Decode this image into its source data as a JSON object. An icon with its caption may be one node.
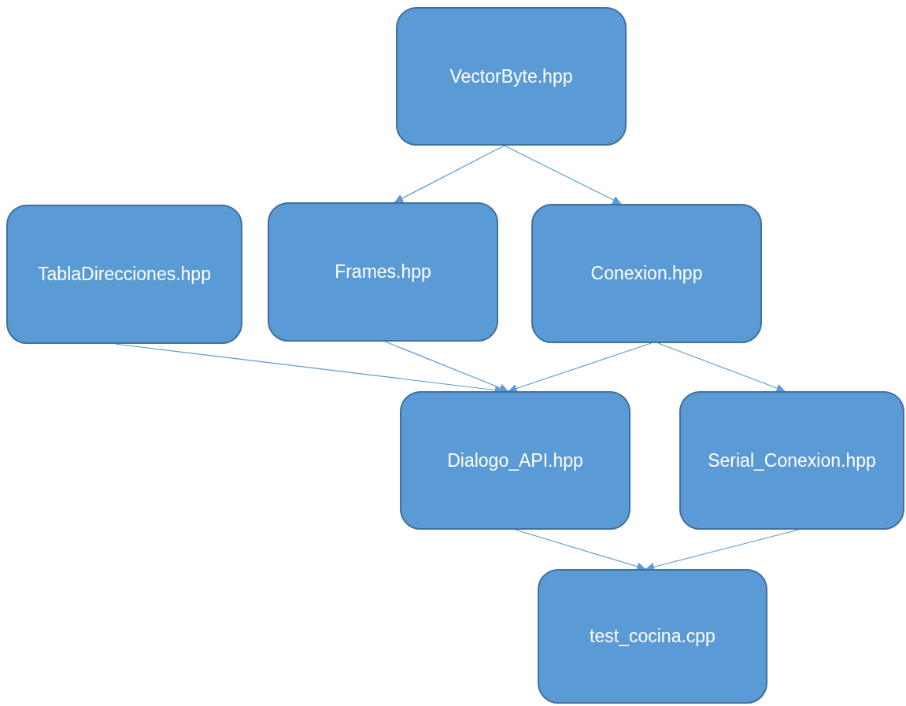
{
  "diagram": {
    "nodes": [
      {
        "text": [
          "VectorByte.hpp"
        ]
      },
      {
        "text": [
          "TablaDirecciones.hpp"
        ]
      },
      {
        "text": [
          "Frames.hpp"
        ]
      },
      {
        "text": [
          "Conexion.hpp"
        ]
      },
      {
        "text": [
          "Dialogo_API.hpp"
        ]
      },
      {
        "text": [
          "Serial_Conexion.hpp"
        ]
      },
      {
        "text": [
          "test_cocina.cpp"
        ]
      }
    ],
    "edges": [
      {
        "from": 0,
        "to": 2,
        "arrow": "to"
      },
      {
        "from": 0,
        "to": 3,
        "arrow": "to"
      },
      {
        "from": 1,
        "to": 4,
        "arrow": "to"
      },
      {
        "from": 2,
        "to": 4,
        "arrow": "to"
      },
      {
        "from": 3,
        "to": 4,
        "arrow": "to"
      },
      {
        "from": 3,
        "to": 5,
        "arrow": "to"
      },
      {
        "from": 4,
        "to": 6,
        "arrow": "to"
      },
      {
        "from": 5,
        "to": 6,
        "arrow": "to"
      }
    ]
  }
}
